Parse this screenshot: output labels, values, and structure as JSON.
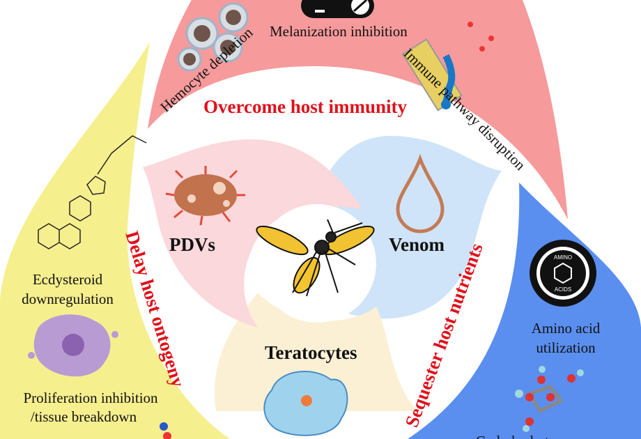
{
  "sections": {
    "top": {
      "title": "Overcome host immunity",
      "items": [
        "Hemocyte depletion",
        "Melanization inhibition",
        "Immune pathway disruption"
      ]
    },
    "left": {
      "title": "Delay host ontogeny",
      "items": [
        "Ecdysteroid",
        "downregulation",
        "Proliferation inhibition",
        "/tissue breakdown"
      ]
    },
    "right": {
      "title": "Sequester host nutrients",
      "items": [
        "Amino acid",
        "utilization",
        "Carbohydrate"
      ]
    }
  },
  "center": {
    "factors": [
      "PDVs",
      "Venom",
      "Teratocytes"
    ]
  },
  "icon_text": {
    "amino_top": "AMINO",
    "amino_bottom": "ACIDS"
  },
  "colors": {
    "immunity": "#f79a9b",
    "ontogeny": "#f6ef8e",
    "nutrients": "#5a8ff0",
    "pdv": "#fbd8db",
    "venom": "#cfe4f8",
    "teratocytes": "#fbf0d4",
    "title_red": "#e0101a"
  }
}
